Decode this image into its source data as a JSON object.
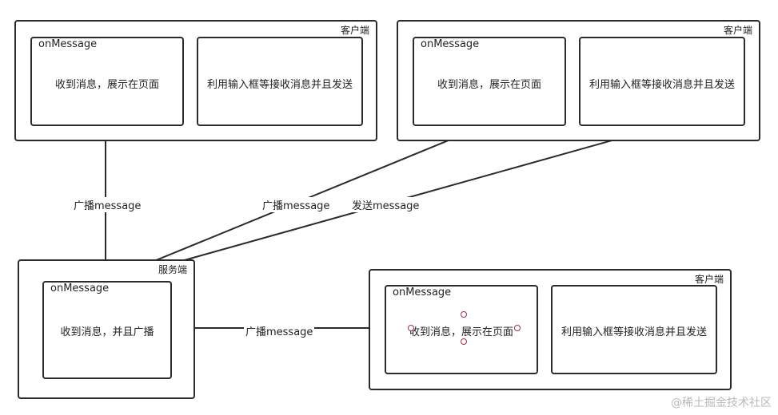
{
  "server": {
    "title": "服务端",
    "box_title": "onMessage",
    "box_text": "收到消息，并且广播"
  },
  "client_top_left": {
    "title": "客户端",
    "left_title": "onMessage",
    "left_text": "收到消息，展示在页面",
    "right_text": "利用输入框等接收消息并且发送"
  },
  "client_top_right": {
    "title": "客户端",
    "left_title": "onMessage",
    "left_text": "收到消息，展示在页面",
    "right_text": "利用输入框等接收消息并且发送"
  },
  "client_bottom_right": {
    "title": "客户端",
    "left_title": "onMessage",
    "left_text": "收到消息，展示在页面",
    "right_text": "利用输入框等接收消息并且发送"
  },
  "edges": {
    "broadcast_up": "广播message",
    "broadcast_diag": "广播message",
    "send_diag": "发送message",
    "broadcast_right": "广播message"
  },
  "watermark": "@稀土掘金技术社区",
  "colors": {
    "stroke": "#2b2b2b",
    "handle": "#a0304a",
    "watermark": "#b9b9b9"
  }
}
